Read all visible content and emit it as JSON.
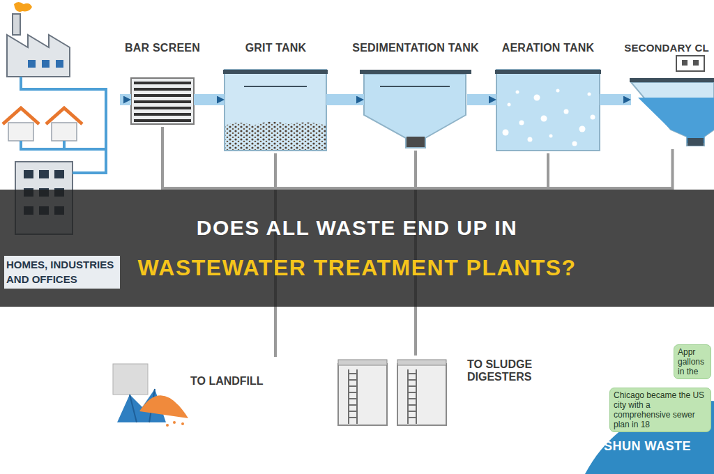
{
  "diagram": {
    "nodes": [
      {
        "text": [
          "HOMES, INDUSTRIES AND OFFICES"
        ]
      },
      {
        "text": [
          "BAR SCREEN"
        ]
      },
      {
        "text": [
          "GRIT TANK"
        ]
      },
      {
        "text": [
          "SEDIMENTATION TANK"
        ]
      },
      {
        "text": [
          "AERATION TANK"
        ]
      },
      {
        "text": [
          "SECONDARY CL"
        ]
      },
      {
        "text": [
          "DOES ALL WASTE END UP IN",
          "WASTEWATER TREATMENT PLANTS?"
        ]
      },
      {
        "text": [
          "TO LANDFILL"
        ]
      },
      {
        "text": [
          "TO SLUDGE DIGESTERS"
        ]
      },
      {
        "text": [
          "Appr gallons in the"
        ]
      },
      {
        "text": [
          "Chicago became the US city with a comprehensive sewer plan in 18"
        ]
      }
    ],
    "edges": [
      {
        "from": 0,
        "to": 1,
        "arrow": "to"
      },
      {
        "from": 1,
        "to": 2,
        "arrow": "to"
      },
      {
        "from": 2,
        "to": 3,
        "arrow": "to"
      },
      {
        "from": 3,
        "to": 4,
        "arrow": "to"
      },
      {
        "from": 4,
        "to": 5,
        "arrow": "to"
      },
      {
        "from": 1,
        "to": 7,
        "arrow": "none"
      },
      {
        "from": 2,
        "to": 7,
        "arrow": "none"
      },
      {
        "from": 3,
        "to": 8,
        "arrow": "none"
      },
      {
        "from": 4,
        "to": 8,
        "arrow": "none"
      },
      {
        "from": 5,
        "to": 8,
        "arrow": "none"
      }
    ],
    "labels": [
      "SHUN WASTE"
    ]
  }
}
